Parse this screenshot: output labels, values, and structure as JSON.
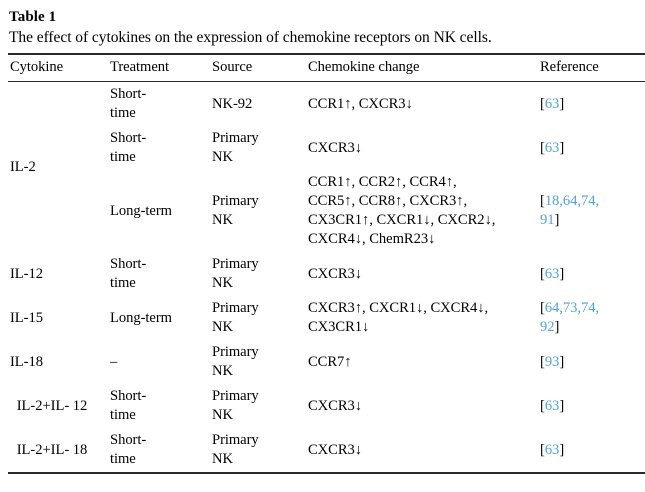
{
  "table": {
    "label": "Table 1",
    "caption": "The effect of cytokines on the expression of chemokine receptors on NK cells.",
    "link_color": "#4fa3e3",
    "rule_color": "#2a2a2a",
    "columns": [
      {
        "key": "cytokine",
        "header": "Cytokine"
      },
      {
        "key": "treatment",
        "header": "Treatment"
      },
      {
        "key": "source",
        "header": "Source"
      },
      {
        "key": "change",
        "header": "Chemokine change"
      },
      {
        "key": "reference",
        "header": "Reference"
      }
    ],
    "rows": [
      {
        "cytokine": "IL-2",
        "cytokine_rowspan": 3,
        "treatment": "Short-\ntime",
        "source": "NK-92",
        "change": "CCR1↑, CXCR3↓",
        "reference_numbers": "63",
        "reference": "[63]"
      },
      {
        "cytokine": "",
        "treatment": "Short-\ntime",
        "source": "Primary\nNK",
        "change": "CXCR3↓",
        "reference_numbers": "63",
        "reference": "[63]"
      },
      {
        "cytokine": "",
        "treatment": "Long-term",
        "source": "Primary\nNK",
        "change": "CCR1↑, CCR2↑, CCR4↑,\nCCR5↑, CCR8↑, CXCR3↑,\nCX3CR1↑, CXCR1↓, CXCR2↓,\nCXCR4↓, ChemR23↓",
        "reference_numbers": "18,64,74,\n91",
        "reference": "[18,64,74,\n91]"
      },
      {
        "cytokine": "IL-12",
        "treatment": "Short-\ntime",
        "source": "Primary\nNK",
        "change": "CXCR3↓",
        "reference_numbers": "63",
        "reference": "[63]"
      },
      {
        "cytokine": "IL-15",
        "treatment": "Long-term",
        "source": "Primary\nNK",
        "change": "CXCR3↑, CXCR1↓, CXCR4↓,\nCX3CR1↓",
        "reference_numbers": "64,73,74,\n92",
        "reference": "[64,73,74,\n92]"
      },
      {
        "cytokine": "IL-18",
        "treatment": "–",
        "source": "Primary\nNK",
        "change": "CCR7↑",
        "reference_numbers": "93",
        "reference": "[93]"
      },
      {
        "cytokine": "IL-2+IL-\n12",
        "cytokine_centered": true,
        "treatment": "Short-\ntime",
        "source": "Primary\nNK",
        "change": "CXCR3↓",
        "reference_numbers": "63",
        "reference": "[63]"
      },
      {
        "cytokine": "IL-2+IL-\n18",
        "cytokine_centered": true,
        "treatment": "Short-\ntime",
        "source": "Primary\nNK",
        "change": "CXCR3↓",
        "reference_numbers": "63",
        "reference": "[63]"
      }
    ]
  }
}
